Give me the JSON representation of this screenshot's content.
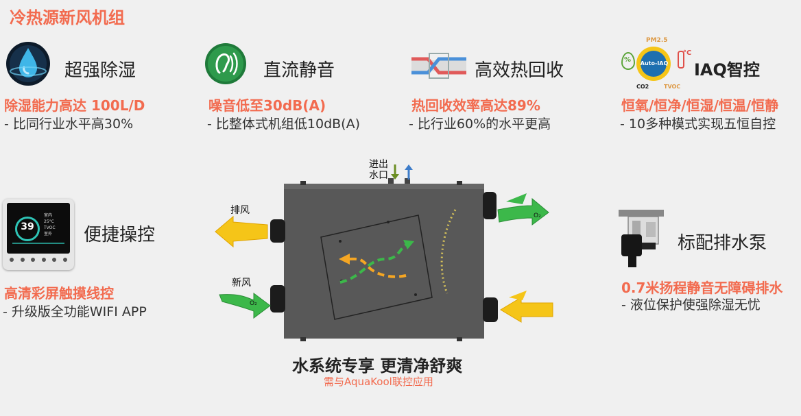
{
  "page_title": "冷热源新风机组",
  "features": {
    "dehumidify": {
      "title": "超强除湿",
      "highlight": "除湿能力高达 100L/D",
      "detail": "- 比同行业水平高30%",
      "icon": "water-drop-icon"
    },
    "quiet": {
      "title": "直流静音",
      "highlight": "噪音低至30dB(A)",
      "detail": "- 比整体式机组低10dB(A)",
      "icon": "ear-sound-icon"
    },
    "heat_recovery": {
      "title": "高效热回收",
      "highlight": "热回收效率高达89%",
      "detail": "- 比行业60%的水平更高",
      "icon": "heat-exchanger-icon"
    },
    "iaq": {
      "title": "IAQ智控",
      "highlight": "恒氧/恒净/恒湿/恒温/恒静",
      "detail": "- 10多种模式实现五恒自控",
      "icon": "iaq-sensor-icon",
      "badge_center": "Auto-IAQ",
      "label_pm": "PM2.5",
      "label_co2": "CO2",
      "label_tvoc": "TVOC",
      "label_temp": "°C",
      "label_humidity": "%"
    },
    "control": {
      "title": "便捷操控",
      "highlight": "高清彩屏触摸线控",
      "detail": "- 升级版全功能WIFI APP",
      "icon": "touch-panel-icon",
      "screen_temp": "39",
      "screen_r1": "室内",
      "screen_r2": "25°C",
      "screen_r3": "TVOC",
      "screen_r4": "室外"
    },
    "pump": {
      "title": "标配排水泵",
      "highlight": "0.7米扬程静音无障碍排水",
      "detail": "- 液位保护使强除湿无忧",
      "icon": "drain-pump-icon"
    }
  },
  "diagram": {
    "water_label_line1": "进出",
    "water_label_line2": "水口",
    "exhaust_label": "排风",
    "fresh_label": "新风",
    "o2_label": "O₂",
    "caption_main": "水系统专享 更清净舒爽",
    "caption_sub": "需与AquaKool联控应用"
  },
  "colors": {
    "accent": "#f26b4f",
    "arrow_green": "#3cb84a",
    "arrow_yellow": "#f5c518",
    "unit_body": "#555555",
    "water_down": "#6b8e23",
    "water_up": "#3d7cc9"
  }
}
